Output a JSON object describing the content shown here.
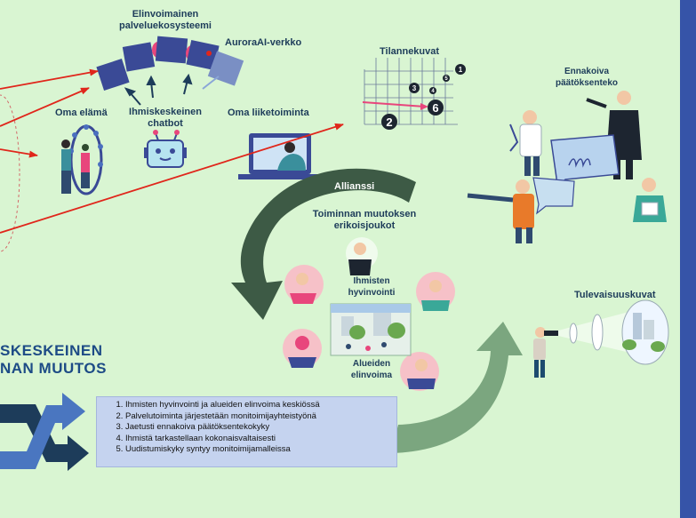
{
  "labels": {
    "ecosystem": [
      "Elinvoimainen",
      "palveluekosysteemi"
    ],
    "aurora": "AuroraAI-verkko",
    "oma_elama": "Oma elämä",
    "chatbot": [
      "Ihmiskeskeinen",
      "chatbot"
    ],
    "oma_liiketoiminta": "Oma liiketoiminta",
    "tilannekuvat": "Tilannekuvat",
    "ennakoiva": [
      "Ennakoiva",
      "päätöksenteko"
    ],
    "allianssi": "Allianssi",
    "erikoisjoukot": [
      "Toiminnan muutoksen",
      "erikoisjoukot"
    ],
    "hyvinvointi": [
      "Ihmisten",
      "hyvinvointi"
    ],
    "elinvoima": [
      "Alueiden",
      "elinvoima"
    ],
    "tulevaisuus": "Tulevaisuuskuvat"
  },
  "heading": {
    "line1": "SKESKEINEN",
    "line2": "NAN MUUTOS"
  },
  "chart_numbers": [
    "1",
    "3",
    "4",
    "5",
    "6",
    "2"
  ],
  "list": [
    "Ihmisten hyvinvointi ja alueiden elinvoima keskiössä",
    "Palvelutoiminta järjestetään monitoimijayhteistyönä",
    "Jaetusti ennakoiva päätöksentekokyky",
    "Ihmistä tarkastellaan kokonaisvaltaisesti",
    "Uudistumiskyky syntyy monitoimijamalleissa"
  ],
  "colors": {
    "background": "#d9f5d2",
    "accent_blue": "#3654a8",
    "arrow_red": "#e0261b",
    "loop_dark": "#3d5a45",
    "loop_light": "#7ba67f",
    "block_dark": "#3a4a96",
    "pink": "#e8467c"
  }
}
